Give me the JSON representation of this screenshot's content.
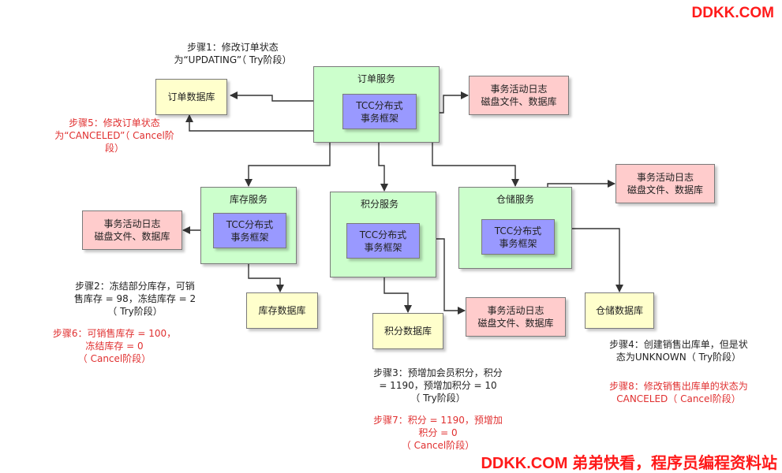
{
  "watermark": {
    "top": "DDKK.COM",
    "bottom": "DDKK.COM 弟弟快看，程序员编程资料站"
  },
  "order_service": {
    "title": "订单服务",
    "tcc": "TCC分布式\n事务框架",
    "db": "订单数据库",
    "log": "事务活动日志\n磁盘文件、数据库"
  },
  "inventory_service": {
    "title": "库存服务",
    "tcc": "TCC分布式\n事务框架",
    "db": "库存数据库",
    "log": "事务活动日志\n磁盘文件、数据库"
  },
  "points_service": {
    "title": "积分服务",
    "tcc": "TCC分布式\n事务框架",
    "db": "积分数据库",
    "log": "事务活动日志\n磁盘文件、数据库"
  },
  "warehouse_service": {
    "title": "仓储服务",
    "tcc": "TCC分布式\n事务框架",
    "db": "仓储数据库",
    "log": "事务活动日志\n磁盘文件、数据库"
  },
  "notes": {
    "step1": "步骤1：修改订单状态\n为“UPDATING”（ Try阶段）",
    "step5": "步骤5：修改订单状态\n为“CANCELED”（ Cancel阶\n段）",
    "step2": "步骤2：冻结部分库存，可销\n售库存 = 98，冻结库存 = 2\n（ Try阶段）",
    "step6": "步骤6：可销售库存 = 100，\n冻结库存 = 0\n（ Cancel阶段）",
    "step3": "步骤3：预增加会员积分，积分\n= 1190，预增加积分 = 10\n（ Try阶段）",
    "step7": "步骤7：积分 = 1190，预增加\n积分 = 0\n（ Cancel阶段）",
    "step4": "步骤4：创建销售出库单，但是状\n态为UNKNOWN（ Try阶段）",
    "step8": "步骤8：修改销售出库单的状态为\nCANCELED（ Cancel阶段）"
  },
  "colors": {
    "service": "#ccffcc",
    "tcc": "#9999ff",
    "database": "#ffffcc",
    "log": "#ffcccc",
    "cancel_text": "#e03030",
    "watermark": "#ff1a1a"
  }
}
